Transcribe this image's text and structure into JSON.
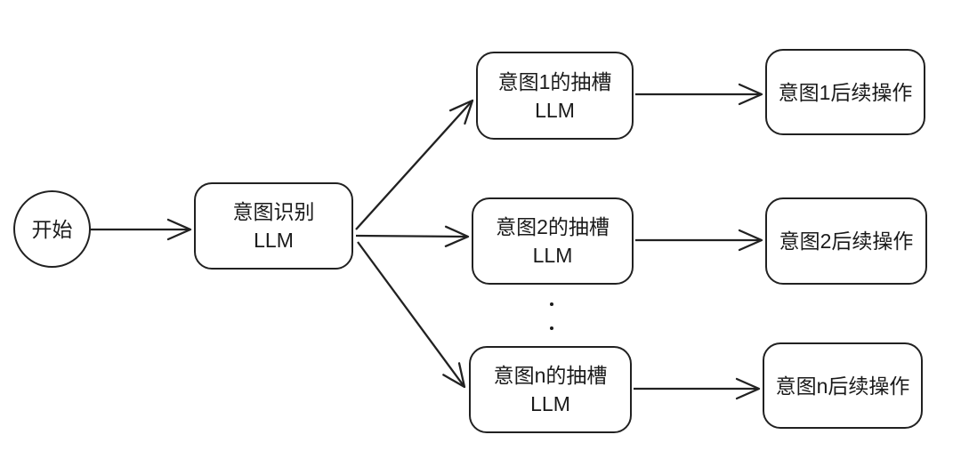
{
  "diagram_type": "flowchart",
  "colors": {
    "background": "#ffffff",
    "stroke": "#212121",
    "text": "#1a1a1a"
  },
  "nodes": {
    "start": {
      "label": "开始",
      "shape": "circle"
    },
    "intent_recognition": {
      "line1": "意图识别",
      "line2": "LLM",
      "shape": "rounded-rect"
    },
    "slot_intent_1": {
      "line1": "意图1的抽槽",
      "line2": "LLM",
      "shape": "rounded-rect"
    },
    "slot_intent_2": {
      "line1": "意图2的抽槽",
      "line2": "LLM",
      "shape": "rounded-rect"
    },
    "slot_intent_n": {
      "line1": "意图n的抽槽",
      "line2": "LLM",
      "shape": "rounded-rect"
    },
    "action_intent_1": {
      "label": "意图1后续操作",
      "shape": "rounded-rect"
    },
    "action_intent_2": {
      "label": "意图2后续操作",
      "shape": "rounded-rect"
    },
    "action_intent_n": {
      "label": "意图n后续操作",
      "shape": "rounded-rect"
    }
  },
  "edges": [
    {
      "from": "start",
      "to": "intent_recognition"
    },
    {
      "from": "intent_recognition",
      "to": "slot_intent_1"
    },
    {
      "from": "intent_recognition",
      "to": "slot_intent_2"
    },
    {
      "from": "intent_recognition",
      "to": "slot_intent_n"
    },
    {
      "from": "slot_intent_1",
      "to": "action_intent_1"
    },
    {
      "from": "slot_intent_2",
      "to": "action_intent_2"
    },
    {
      "from": "slot_intent_n",
      "to": "action_intent_n"
    }
  ],
  "ellipsis_between_slot2_and_slot_n": true
}
